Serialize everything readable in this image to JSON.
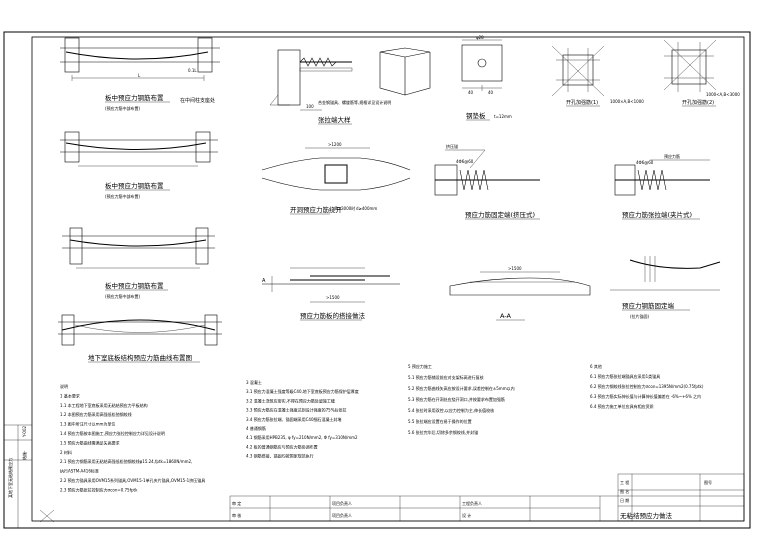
{
  "drawing": {
    "sidebar_title": "某地下室无粘结预应力",
    "sidebar_no": "结施-",
    "sidebar_code": "Y-002",
    "details": {
      "d1_caption": "板中预应力钢筋布置",
      "d1_sub": "(预应力筋中部布置)",
      "d1_label_right": "在中间柱支座处",
      "d1_dim_L": "L",
      "d1_dim_r": "0.1L",
      "d2_caption": "板中预应力钢筋布置",
      "d2_sub": "(预应力筋中部布置)",
      "d3_caption": "板中预应力钢筋布置",
      "d3_sub": "(预应力筋中部布置)",
      "d4_caption": "地下室底板结构预应力筋曲线布置图",
      "d5_caption": "张拉端大样",
      "d5_dim": "100",
      "d5_note": "合金钢锚具、螺旋筋等,规格详见设计说明",
      "d6_caption": "钢垫板",
      "d6_dim_top": "φ28",
      "d6_dim_a": "40",
      "d6_dim_b": "40",
      "d6_thick": "t=12mm",
      "d7_caption": "开孔加强筋(1)",
      "d7_note": "1000×A,B<1000",
      "d8_caption": "开孔加强筋(2)",
      "d8_note": "1000<A,B<3000",
      "d9_caption": "开洞预应力筋绕开",
      "d9_dim": ">1200",
      "d9_note1": "R>3000时",
      "d9_note2": "d≥400mm",
      "d10_caption": "预应力筋固定端(挤压式)",
      "d10_label": "挤压锚",
      "d10_spiral": "4Φ6@60",
      "d11_caption": "预应力筋张拉端(夹片式)",
      "d11_label": "预应力筋",
      "d11_spiral": "4Φ6@60",
      "d12_caption": "预应力筋板的搭接做法",
      "d12_dim": ">1500",
      "d12_label_a": "A",
      "d13_caption": "A-A",
      "d13_dim": ">1500",
      "d14_caption": "预应力钢筋固定端",
      "d14_sub": "(拉片锚固)"
    },
    "notes": {
      "col1": [
        "说明",
        "1    基本要求",
        "1.1  本工程地下室底板采用无粘结预应力平板结构",
        "1.2  本图预应力筋采用高强低松弛钢绞线",
        "1.3  图中所注尺寸以mm为单位",
        "1.4  预应力筋按本图施工,预应力张拉控制应力详见设计说明",
        "1.5  预应力筋曲线需满足矢高要求",
        "2    材料",
        "2.1  预应力钢筋采用无粘结高强低松弛钢绞线φ15.24,fptk=1860N/mm2,",
        "     执行ASTM-A416标准",
        "2.2  预应力锚具采用OVM15系列锚具,OVM15-1单孔夹片锚具,OVM15-1挤压锚具",
        "2.3  预应力筋张拉控制应力σcon=0.75fptk"
      ],
      "col2": [
        "3    混凝土",
        "3.1  预应力混凝土强度等级C40,地下室底板预应力筋保护层厚度",
        "3.2  混凝土浇筑应密实,不得在预应力筋处留施工缝",
        "3.3  预应力筋应在混凝土强度达到设计强度的75%后张拉",
        "3.4  预应力筋张拉端、锚固端采用C40细石混凝土封堵",
        "4    普通钢筋",
        "4.1  钢筋采用HPB235, φ fy=210N/mm2, Φ fy=310N/mm2",
        "4.2  板的普通钢筋应与预应力筋协调布置",
        "4.3  钢筋搭接、锚固均按国家规范执行"
      ],
      "col3": [
        "5    预应力施工",
        "5.1  预应力筋铺设前应对支架标高进行复核",
        "5.2  预应力筋曲线矢高应按设计要求,误差控制在±5mm以内",
        "5.3  预应力筋在开洞处应绕开洞口,并按要求布置加强筋",
        "5.4  张拉时采用双控,以应力控制为主,伸长值校核",
        "5.5  张拉端应设置在易于操作的位置",
        "5.6  张拉完毕后,切除多余钢绞线,并封锚"
      ],
      "col4": [
        "6    其他",
        "6.1  预应力筋张拉端锚具应采用1类锚具",
        "6.2  预应力钢绞线张拉控制应力σcon=1395N/mm2(0.75fptk)",
        "6.3  预应力筋实际伸长值与计算伸长值偏差在 -6%~+6% 之内",
        "6.4  预应力施工单位应具有相应资质"
      ]
    },
    "title_block": {
      "r1": [
        "审 定",
        "",
        "项目负责人",
        "",
        "工程负责人",
        ""
      ],
      "r2": [
        "审 核",
        "",
        "项目负责人",
        "",
        "设 计",
        ""
      ],
      "drawing_name": "无粘结预应力做法",
      "right_labels": [
        "工 程",
        "图 名",
        "日 期"
      ],
      "right_values": [
        "图号",
        "",
        ""
      ]
    }
  }
}
